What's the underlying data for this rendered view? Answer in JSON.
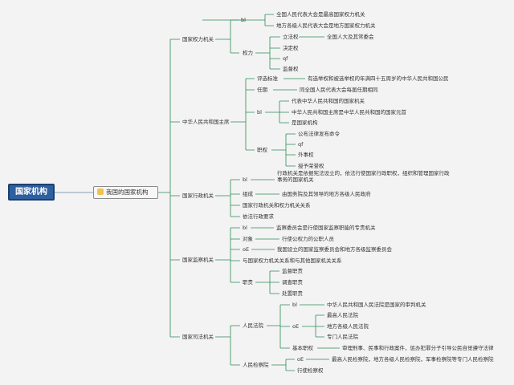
{
  "root": "国家机构",
  "topic": "我国的国家机构",
  "icon": "folder-icon",
  "colors": {
    "root_fill": "#2f5f9e",
    "line": "#2e8b57",
    "connector": "#8aa0b8"
  },
  "nodes": [
    {
      "id": "b1",
      "text": "国家权力机关"
    },
    {
      "id": "b1_bl",
      "text": "bl"
    },
    {
      "id": "b1_bl_1",
      "text": "全国人民代表大会是最高国家权力机关"
    },
    {
      "id": "b1_bl_2",
      "text": "地方各级人民代表大会是地方国家权力机关"
    },
    {
      "id": "b1_ql",
      "text": "权力"
    },
    {
      "id": "b1_ql_lf",
      "text": "立法权"
    },
    {
      "id": "b1_ql_lf_1",
      "text": "全国人大及其常委会"
    },
    {
      "id": "b1_ql_jd",
      "text": "决定权"
    },
    {
      "id": "b1_ql_qf",
      "text": "qf"
    },
    {
      "id": "b1_ql_jd2",
      "text": "监督权"
    },
    {
      "id": "b2",
      "text": "中华人民共和国主席"
    },
    {
      "id": "b2_pb",
      "text": "评选标准"
    },
    {
      "id": "b2_pb_1",
      "text": "有选举权和被选举权的年满四十五周岁的中华人民共和国公民"
    },
    {
      "id": "b2_rq",
      "text": "任期"
    },
    {
      "id": "b2_rq_1",
      "text": "同全国人民代表大会每届任期相同"
    },
    {
      "id": "b2_bl",
      "text": "bl"
    },
    {
      "id": "b2_bl_1",
      "text": "代表中华人民共和国的国家机关"
    },
    {
      "id": "b2_bl_2",
      "text": "中华人民共和国主席是中华人民共和国的国家元首"
    },
    {
      "id": "b2_bl_3",
      "text": "是国家机构"
    },
    {
      "id": "b2_zq",
      "text": "职权"
    },
    {
      "id": "b2_zq_1",
      "text": "公布法律发布命令"
    },
    {
      "id": "b2_zq_2",
      "text": "qf"
    },
    {
      "id": "b2_zq_3",
      "text": "外事权"
    },
    {
      "id": "b2_zq_4",
      "text": "授予荣誉权"
    },
    {
      "id": "b3",
      "text": "国家行政机关"
    },
    {
      "id": "b3_bl",
      "text": "bl"
    },
    {
      "id": "b3_bl_1",
      "text": "行政机关是依据宪法设立的，依法行使国家行政职权，组织和管理国家行政事务的国家机关"
    },
    {
      "id": "b3_zc",
      "text": "组成"
    },
    {
      "id": "b3_zc_1",
      "text": "由国务院及其领导的地方各级人民政府"
    },
    {
      "id": "b3_gx",
      "text": "国家行政机关和权力机关关系"
    },
    {
      "id": "b3_yq",
      "text": "依法行政要求"
    },
    {
      "id": "b4",
      "text": "国家监察机关"
    },
    {
      "id": "b4_bl",
      "text": "bl"
    },
    {
      "id": "b4_bl_1",
      "text": "监察委员会是行使国家监察职能的专责机关"
    },
    {
      "id": "b4_dx",
      "text": "对象"
    },
    {
      "id": "b4_dx_1",
      "text": "行使公权力的公职人员"
    },
    {
      "id": "b4_oe",
      "text": "oE"
    },
    {
      "id": "b4_oe_1",
      "text": "我国设立的国家监察委员会和地方各级监察委员会"
    },
    {
      "id": "b4_gx",
      "text": "与国家权力机关关系和与其他国家机关关系"
    },
    {
      "id": "b4_zz",
      "text": "职责"
    },
    {
      "id": "b4_zz_1",
      "text": "监督职责"
    },
    {
      "id": "b4_zz_2",
      "text": "调查职责"
    },
    {
      "id": "b4_zz_3",
      "text": "处置职责"
    },
    {
      "id": "b5",
      "text": "国家司法机关"
    },
    {
      "id": "b5_fy",
      "text": "人民法院"
    },
    {
      "id": "b5_fy_bl",
      "text": "bl"
    },
    {
      "id": "b5_fy_bl_1",
      "text": "中华人民共和国人民法院是国家的审判机关"
    },
    {
      "id": "b5_fy_oe",
      "text": "oE"
    },
    {
      "id": "b5_fy_oe_1",
      "text": "最高人民法院"
    },
    {
      "id": "b5_fy_oe_2",
      "text": "地方各级人民法院"
    },
    {
      "id": "b5_fy_oe_3",
      "text": "专门人民法院"
    },
    {
      "id": "b5_fy_jb",
      "text": "基本职权"
    },
    {
      "id": "b5_fy_jb_1",
      "text": "审理刑事、民事和行政案件，惩办犯罪分子引导公民自觉遵守法律"
    },
    {
      "id": "b5_jc",
      "text": "人民检察院"
    },
    {
      "id": "b5_jc_oe",
      "text": "oE"
    },
    {
      "id": "b5_jc_oe_1",
      "text": "最高人民检察院，地方各级人民检察院，军事检察院等专门人民检察院"
    },
    {
      "id": "b5_jc_xs",
      "text": "行使检察权"
    }
  ]
}
